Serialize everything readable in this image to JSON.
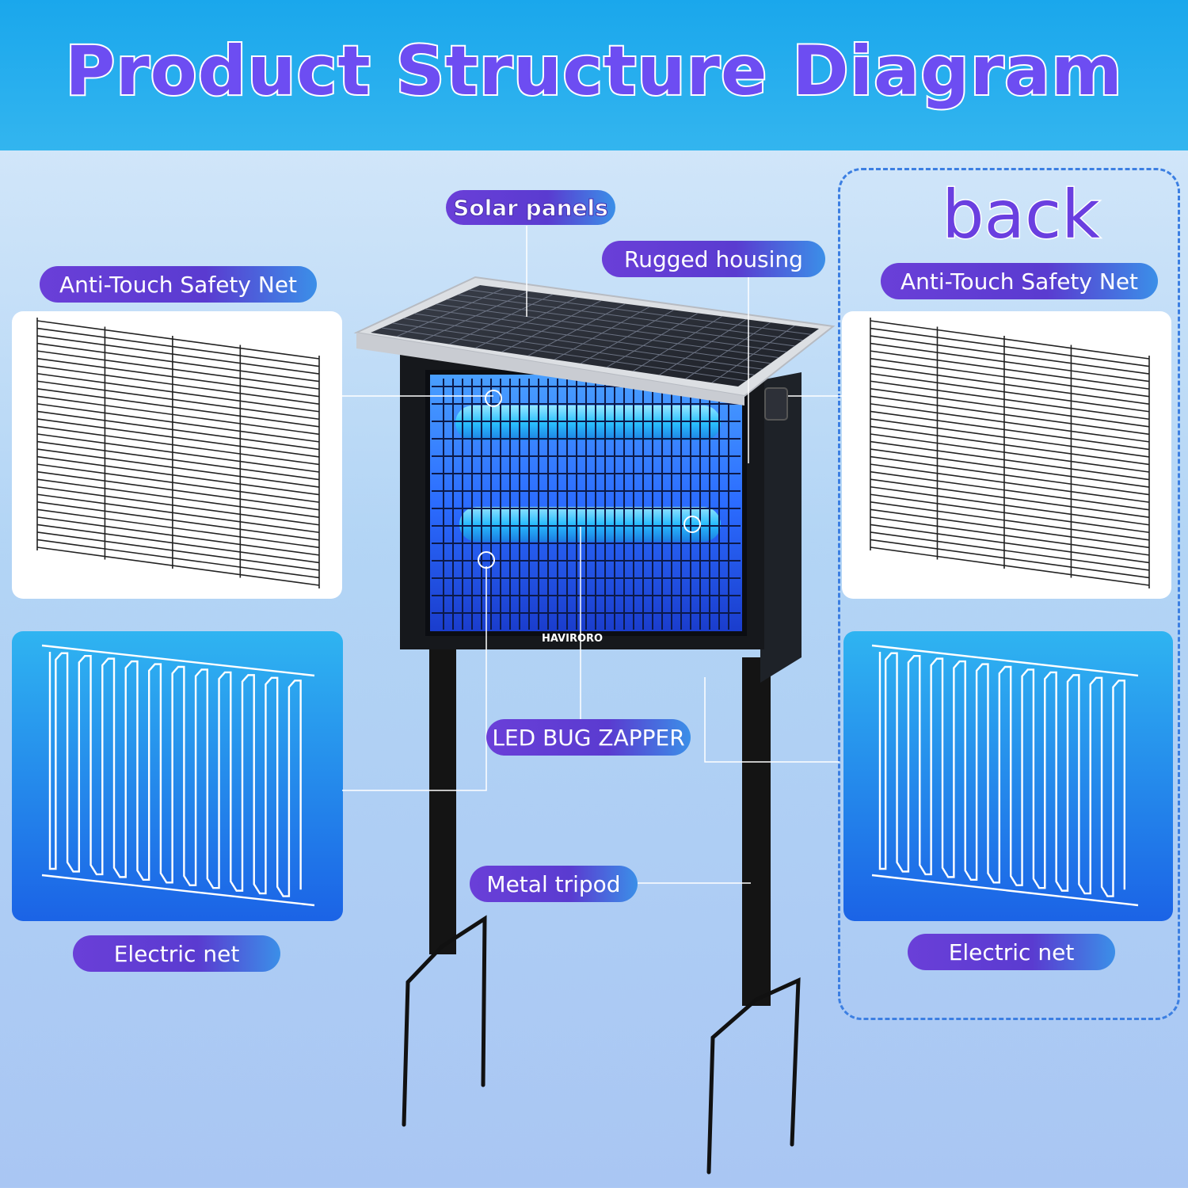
{
  "header": {
    "title": "Product Structure Diagram"
  },
  "back": {
    "title": "back"
  },
  "labels": {
    "solar_panels": "Solar panels",
    "rugged_housing": "Rugged housing",
    "safety_net_left": "Anti-Touch Safety Net",
    "safety_net_right": "Anti-Touch Safety Net",
    "led_bug_zapper": "LED BUG ZAPPER",
    "metal_tripod": "Metal tripod",
    "electric_net_left": "Electric net",
    "electric_net_right": "Electric net"
  },
  "product": {
    "brand": "HAVIRORO"
  },
  "colors": {
    "header_bg": "#1aa7ec",
    "title_purple": "#6d4df2",
    "pill_purple": "#5a3bd0",
    "uv_blue": "#2a7bff",
    "leader_line": "#ffffff"
  }
}
